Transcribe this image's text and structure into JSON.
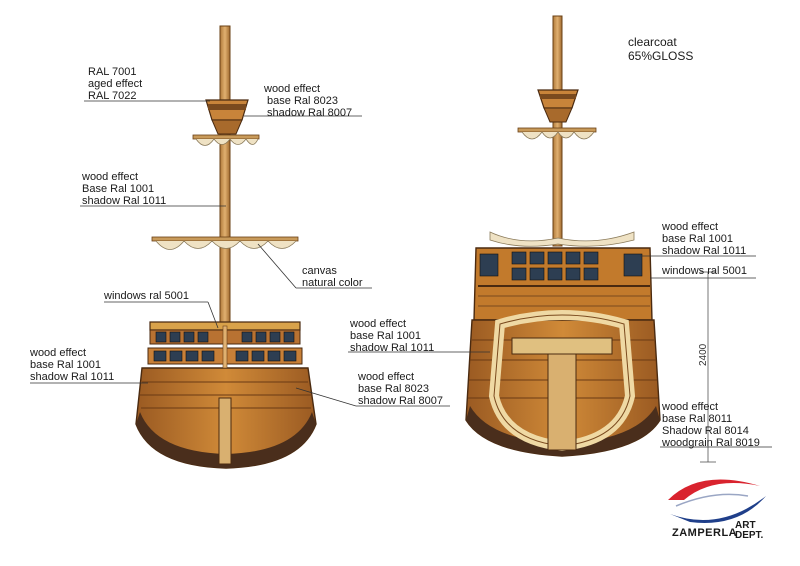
{
  "annotations": {
    "ral7001": "RAL 7001\naged effect\nRAL 7022",
    "top_wood": "wood effect\n base Ral 8023\n shadow Ral 8007",
    "mast_wood": "wood effect\nBase Ral 1001\nshadow Ral 1011",
    "canvas": "canvas\nnatural color",
    "left_windows": "windows ral 5001",
    "left_hull": "wood effect\nbase Ral 1001\nshadow Ral 1011",
    "center_wood": "wood effect\nbase Ral 1001\nshadow Ral 1011",
    "center_dark": "wood effect\nbase Ral 8023\nshadow Ral 8007",
    "clearcoat": "clearcoat\n65%GLOSS",
    "right_top_wood": "wood effect\nbase Ral 1001\nshadow Ral 1011",
    "right_windows": "windows ral 5001",
    "right_hull": "wood effect\nbase Ral 8011\nShadow Ral 8014\nwoodgrain Ral 8019",
    "dimension": "2400"
  },
  "brand": {
    "name": "ZAMPERLA",
    "dept_line1": "ART",
    "dept_line2": "DEPT."
  },
  "colors": {
    "wood_light": "#d9a24a",
    "wood_mid": "#c27a2c",
    "wood_dark": "#8a4e1c",
    "hull_dark": "#4a2e1c",
    "window": "#2d3e52",
    "sail": "#efe2c4",
    "brand_red": "#d9232e",
    "brand_blue": "#1f3f8a"
  }
}
